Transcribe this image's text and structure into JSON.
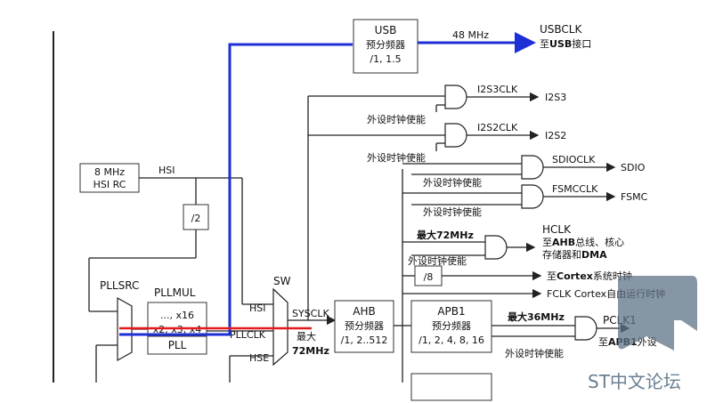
{
  "usb": {
    "title": "USB",
    "line1": "预分频器",
    "line2": "/1, 1.5",
    "freq": "48 MHz",
    "out_name": "USBCLK",
    "out_desc_pre": "至",
    "out_desc_bold": "USB",
    "out_desc_post": "接口"
  },
  "i2s3": {
    "clk": "I2S3CLK",
    "out": "I2S3",
    "enable": "外设时钟使能"
  },
  "i2s2": {
    "clk": "I2S2CLK",
    "out": "I2S2",
    "enable": "外设时钟使能"
  },
  "sdio": {
    "clk": "SDIOCLK",
    "out": "SDIO",
    "enable": "外设时钟使能"
  },
  "fsmc": {
    "clk": "FSMCCLK",
    "out": "FSMC",
    "enable": "外设时钟使能"
  },
  "hclk": {
    "max": "最大72MHz",
    "enable": "外设时钟使能",
    "name": "HCLK",
    "desc_pre": "至",
    "desc_bold1": "AHB",
    "desc_mid": "总线、核心",
    "desc_line2_pre": "存储器和",
    "desc_bold2": "DMA"
  },
  "div8": {
    "label": "/8"
  },
  "cortex": {
    "pre": "至",
    "bold": "Cortex",
    "post": "系统时钟"
  },
  "fclk": {
    "label": "FCLK Cortex自由运行时钟"
  },
  "hsi": {
    "box_line1": "8 MHz",
    "box_line2": "HSI RC",
    "wire_label": "HSI"
  },
  "div2": {
    "label": "/2"
  },
  "pllsrc": {
    "label": "PLLSRC"
  },
  "pll": {
    "mul_label": "PLLMUL",
    "mul_values": "..., x16",
    "mul_values2": "x2, x3, x4",
    "name": "PLL"
  },
  "sw": {
    "label": "SW",
    "in_hsi": "HSI",
    "in_pllclk": "PLLCLK",
    "in_hse": "HSE",
    "sysclk": "SYSCLK",
    "max_line1": "最大",
    "max_line2": "72MHz"
  },
  "ahb": {
    "title": "AHB",
    "line1": "预分频器",
    "line2": "/1, 2..512"
  },
  "apb1": {
    "title": "APB1",
    "line1": "预分频器",
    "line2": "/1, 2, 4, 8, 16",
    "max_label": "最大36MHz",
    "enable": "外设时钟使能",
    "out_name": "PCLK1",
    "out_pre": "至",
    "out_bold": "APB1",
    "out_post": "外设"
  },
  "watermark": {
    "text": "ST中文论坛"
  },
  "colors": {
    "blue_path": "#1e2fd6",
    "red_path": "#e41b1b",
    "watermark": "#5f7386"
  }
}
